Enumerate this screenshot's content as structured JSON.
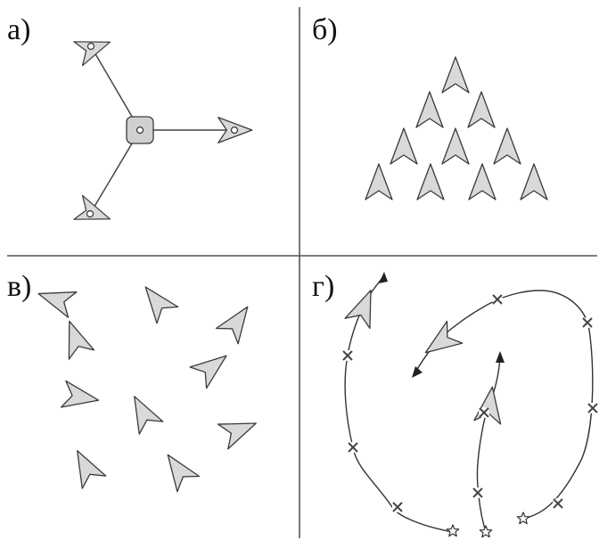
{
  "panels": {
    "a": {
      "label": "а)"
    },
    "b": {
      "label": "б)"
    },
    "v": {
      "label": "в)"
    },
    "g": {
      "label": "г)"
    }
  },
  "colors": {
    "agent_fill": "#d9d9d9",
    "agent_stroke": "#3a3a3a",
    "line": "#444444",
    "background": "#ffffff"
  },
  "icons": {
    "agent": "arrowhead-agent-icon",
    "leader": "rounded-square-hub-icon",
    "waypoint": "x-marker-icon",
    "start": "star-icon"
  }
}
